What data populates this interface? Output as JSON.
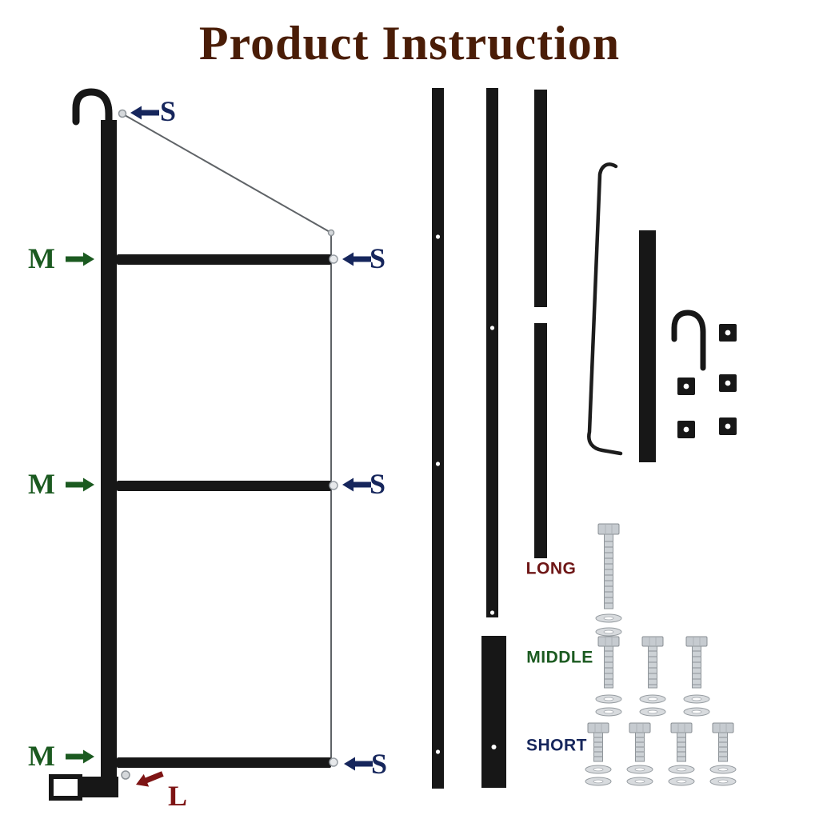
{
  "title": "Product Instruction",
  "colors": {
    "title": "#4a1d07",
    "bar": "#171717",
    "s": "#16265c",
    "m": "#1b5a20",
    "l": "#7e1414",
    "long": "#6e1616",
    "middle": "#1b5a20",
    "short": "#16265c"
  },
  "assembly": {
    "s_labels": [
      "S",
      "S",
      "S",
      "S"
    ],
    "m_labels": [
      "M",
      "M",
      "M"
    ],
    "l_label": "L"
  },
  "parts": {
    "long_label": "LONG",
    "middle_label": "MIDDLE",
    "short_label": "SHORT",
    "hardware": {
      "long_bolts": 1,
      "middle_bolts": 3,
      "short_bolts": 4,
      "square_nuts": 5,
      "washers_per_bolt": 2
    }
  }
}
